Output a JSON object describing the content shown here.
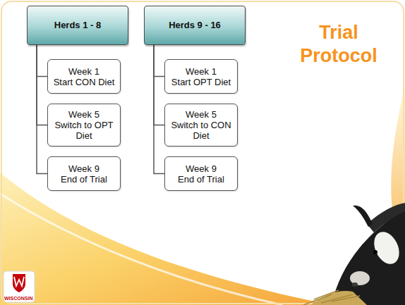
{
  "diagram": {
    "title": "Trial Protocol",
    "nodes": [
      {
        "text": [
          "Herds 1 - 8"
        ]
      },
      {
        "text": [
          "Week 1",
          "Start CON Diet"
        ]
      },
      {
        "text": [
          "Week 5",
          "Switch to OPT Diet"
        ]
      },
      {
        "text": [
          "Week 9",
          "End of Trial"
        ]
      },
      {
        "text": [
          "Herds 9 - 16"
        ]
      },
      {
        "text": [
          "Week 1",
          "Start OPT Diet"
        ]
      },
      {
        "text": [
          "Week 5",
          "Switch to CON Diet"
        ]
      },
      {
        "text": [
          "Week 9",
          "End of Trial"
        ]
      }
    ],
    "edges": [
      {
        "from": 0,
        "to": 1,
        "arrow": "none"
      },
      {
        "from": 0,
        "to": 2,
        "arrow": "none"
      },
      {
        "from": 0,
        "to": 3,
        "arrow": "none"
      },
      {
        "from": 4,
        "to": 5,
        "arrow": "none"
      },
      {
        "from": 4,
        "to": 6,
        "arrow": "none"
      },
      {
        "from": 4,
        "to": 7,
        "arrow": "none"
      }
    ],
    "labels": [
      "WISCONSIN"
    ]
  }
}
